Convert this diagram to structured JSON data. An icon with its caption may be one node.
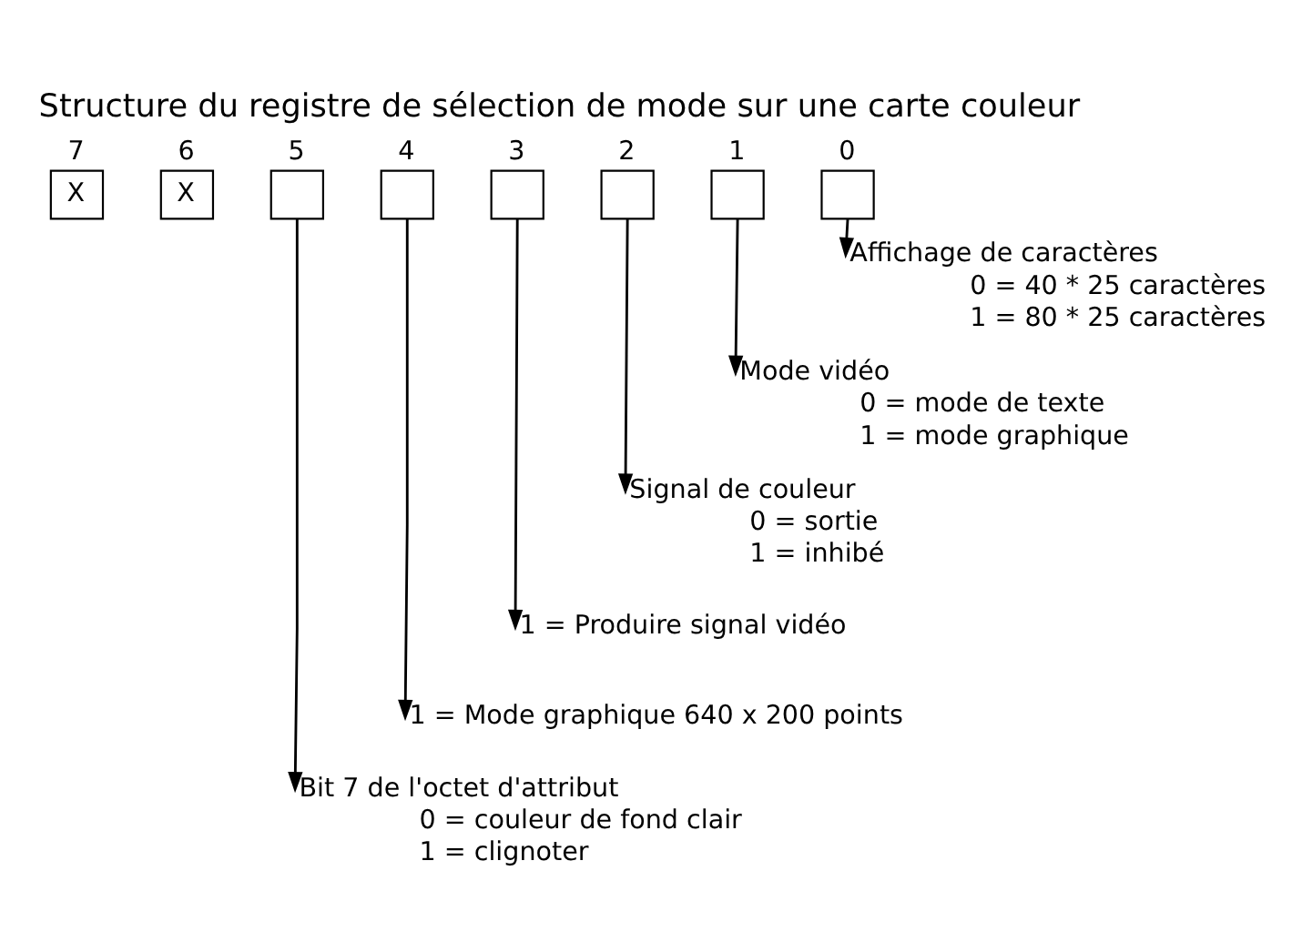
{
  "diagram": {
    "title": "Structure du registre de sélection de mode sur une carte couleur",
    "nodes": [
      {
        "text": [
          "X"
        ],
        "beside": [
          "7"
        ]
      },
      {
        "text": [
          "X"
        ],
        "beside": [
          "6"
        ]
      },
      {
        "text": [],
        "shape": "box",
        "beside": [
          "5"
        ]
      },
      {
        "text": [],
        "shape": "box",
        "beside": [
          "4"
        ]
      },
      {
        "text": [],
        "shape": "box",
        "beside": [
          "3"
        ]
      },
      {
        "text": [],
        "shape": "box",
        "beside": [
          "2"
        ]
      },
      {
        "text": [],
        "shape": "box",
        "beside": [
          "1"
        ]
      },
      {
        "text": [],
        "shape": "box",
        "beside": [
          "0"
        ]
      },
      {
        "text": [
          "Affichage de caractères",
          "0 = 40 * 25 caractères",
          "1 = 80 * 25 caractères"
        ]
      },
      {
        "text": [
          "Mode vidéo",
          "0 = mode de texte",
          "1 = mode graphique"
        ]
      },
      {
        "text": [
          "Signal de couleur",
          "0 = sortie",
          "1 = inhibé"
        ]
      },
      {
        "text": [
          "1 = Produire signal vidéo"
        ]
      },
      {
        "text": [
          "1 = Mode graphique 640 x 200 points"
        ]
      },
      {
        "text": [
          "Bit 7 de l'octet d'attribut",
          "0 = couleur de fond clair",
          "1 = clignoter"
        ]
      }
    ],
    "edges": [
      {
        "from": 7,
        "to": 8,
        "arrow": "to"
      },
      {
        "from": 6,
        "to": 9,
        "arrow": "to"
      },
      {
        "from": 5,
        "to": 10,
        "arrow": "to"
      },
      {
        "from": 4,
        "to": 11,
        "arrow": "to"
      },
      {
        "from": 3,
        "to": 12,
        "arrow": "to"
      },
      {
        "from": 2,
        "to": 13,
        "arrow": "to"
      }
    ]
  }
}
